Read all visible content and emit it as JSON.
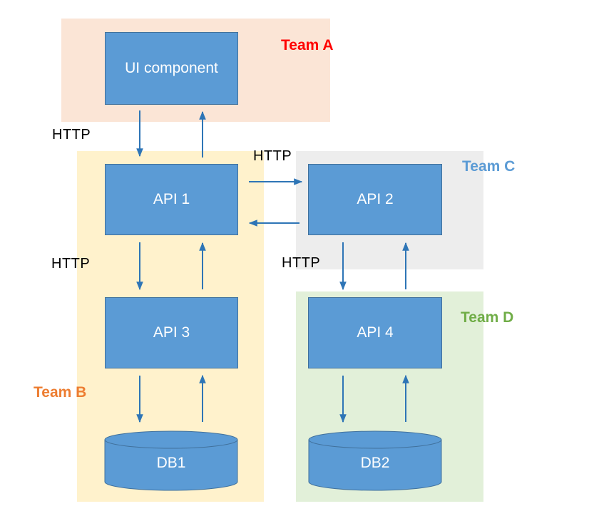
{
  "teams": {
    "a": {
      "label": "Team A",
      "color": "#ff0000",
      "bg": "#fbe5d6"
    },
    "b": {
      "label": "Team B",
      "color": "#ed7d31",
      "bg": "#fff2cc"
    },
    "c": {
      "label": "Team C",
      "color": "#5b9bd5",
      "bg": "#ededed"
    },
    "d": {
      "label": "Team D",
      "color": "#70ad47",
      "bg": "#e2f0d9"
    }
  },
  "nodes": {
    "ui": "UI component",
    "api1": "API 1",
    "api2": "API 2",
    "api3": "API 3",
    "api4": "API 4",
    "db1": "DB1",
    "db2": "DB2"
  },
  "protocols": {
    "ui_api1": "HTTP",
    "api1_api2": "HTTP",
    "api1_api3": "HTTP",
    "api2_api4": "HTTP"
  },
  "colors": {
    "node_fill": "#5b9bd5",
    "node_border": "#41719c",
    "arrow": "#2e75b6"
  }
}
